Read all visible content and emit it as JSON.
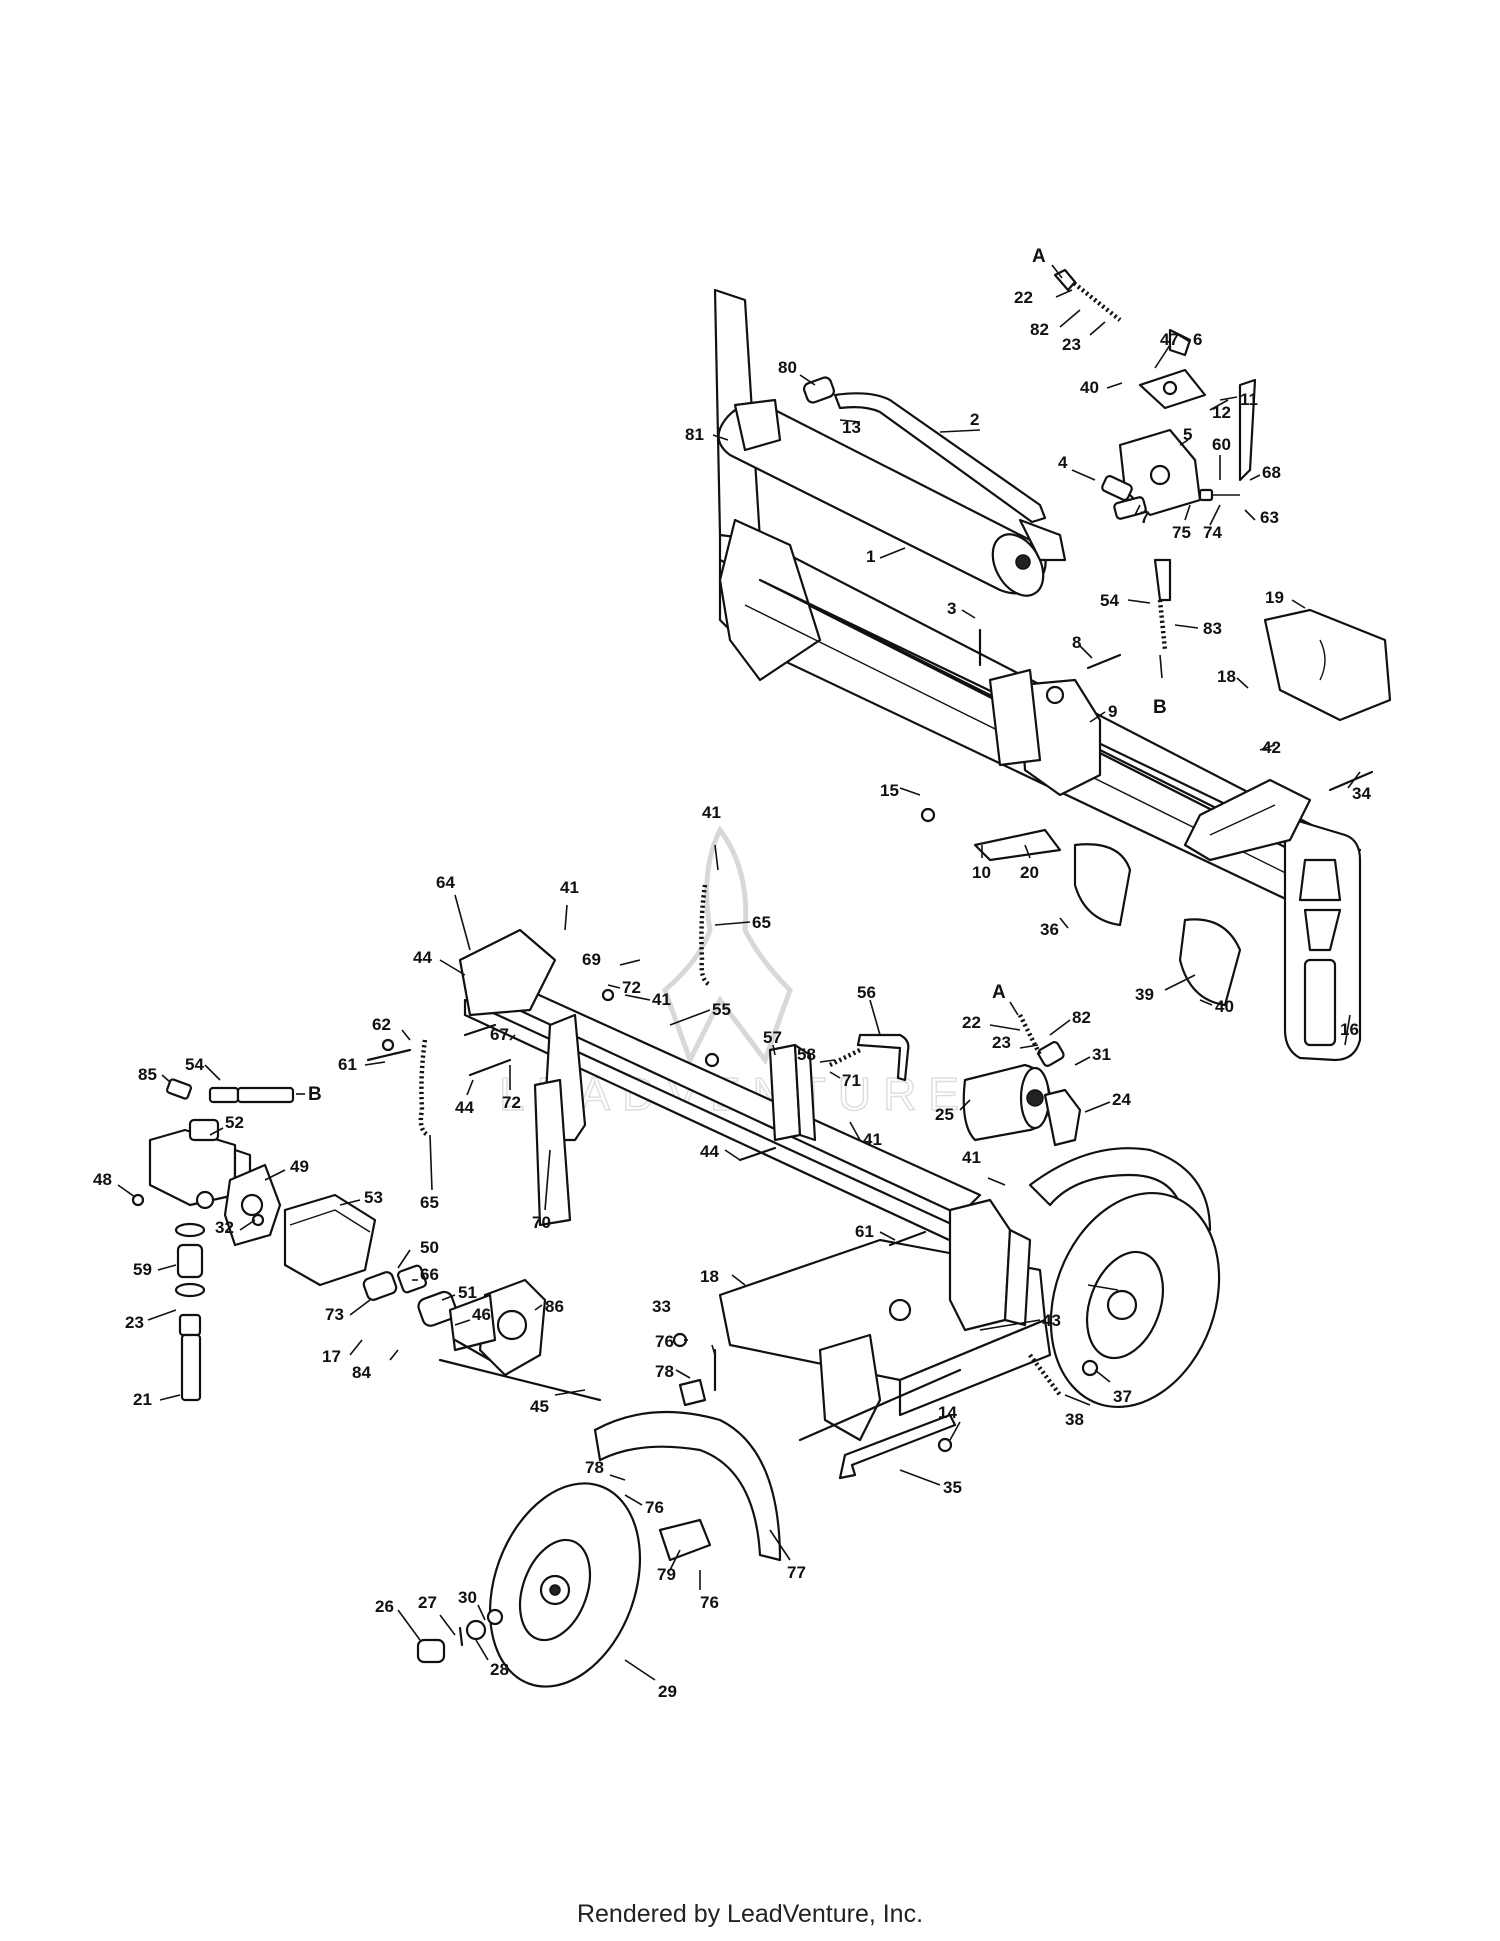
{
  "footer": {
    "credit": "Rendered by LeadVenture, Inc."
  },
  "watermark": {
    "text": "LEADVENTURE"
  },
  "callouts": [
    {
      "id": "c1",
      "label": "A"
    },
    {
      "id": "c2",
      "label": "22"
    },
    {
      "id": "c3",
      "label": "82"
    },
    {
      "id": "c4",
      "label": "23"
    },
    {
      "id": "c5",
      "label": "6"
    },
    {
      "id": "c6",
      "label": "80"
    },
    {
      "id": "c7",
      "label": "47"
    },
    {
      "id": "c8",
      "label": "40"
    },
    {
      "id": "c9",
      "label": "11"
    },
    {
      "id": "c10",
      "label": "12"
    },
    {
      "id": "c11",
      "label": "13"
    },
    {
      "id": "c12",
      "label": "2"
    },
    {
      "id": "c13",
      "label": "81"
    },
    {
      "id": "c14",
      "label": "5"
    },
    {
      "id": "c15",
      "label": "60"
    },
    {
      "id": "c16",
      "label": "4"
    },
    {
      "id": "c17",
      "label": "68"
    },
    {
      "id": "c18",
      "label": "7"
    },
    {
      "id": "c19",
      "label": "75"
    },
    {
      "id": "c20",
      "label": "74"
    },
    {
      "id": "c21",
      "label": "63"
    },
    {
      "id": "c22",
      "label": "1"
    },
    {
      "id": "c23",
      "label": "3"
    },
    {
      "id": "c24",
      "label": "54"
    },
    {
      "id": "c25",
      "label": "83"
    },
    {
      "id": "c26",
      "label": "19"
    },
    {
      "id": "c27",
      "label": "8"
    },
    {
      "id": "c28",
      "label": "18"
    },
    {
      "id": "c29",
      "label": "B"
    },
    {
      "id": "c30",
      "label": "9"
    },
    {
      "id": "c31",
      "label": "42"
    },
    {
      "id": "c32",
      "label": "15"
    },
    {
      "id": "c33",
      "label": "34"
    },
    {
      "id": "c34",
      "label": "10"
    },
    {
      "id": "c35",
      "label": "20"
    },
    {
      "id": "c36",
      "label": "41"
    },
    {
      "id": "c37",
      "label": "64"
    },
    {
      "id": "c38",
      "label": "41"
    },
    {
      "id": "c39",
      "label": "65"
    },
    {
      "id": "c40",
      "label": "36"
    },
    {
      "id": "c41",
      "label": "44"
    },
    {
      "id": "c42",
      "label": "69"
    },
    {
      "id": "c43",
      "label": "72"
    },
    {
      "id": "c44",
      "label": "41"
    },
    {
      "id": "c45",
      "label": "A"
    },
    {
      "id": "c46",
      "label": "39"
    },
    {
      "id": "c47",
      "label": "40"
    },
    {
      "id": "c48",
      "label": "16"
    },
    {
      "id": "c49",
      "label": "55"
    },
    {
      "id": "c50",
      "label": "56"
    },
    {
      "id": "c51",
      "label": "22"
    },
    {
      "id": "c52",
      "label": "82"
    },
    {
      "id": "c53",
      "label": "62"
    },
    {
      "id": "c54",
      "label": "58"
    },
    {
      "id": "c55",
      "label": "57"
    },
    {
      "id": "c56",
      "label": "61"
    },
    {
      "id": "c57",
      "label": "67"
    },
    {
      "id": "c58",
      "label": "71"
    },
    {
      "id": "c59",
      "label": "23"
    },
    {
      "id": "c60",
      "label": "31"
    },
    {
      "id": "c61",
      "label": "85"
    },
    {
      "id": "c62",
      "label": "54"
    },
    {
      "id": "c63",
      "label": "B"
    },
    {
      "id": "c64",
      "label": "44"
    },
    {
      "id": "c65",
      "label": "72"
    },
    {
      "id": "c66",
      "label": "24"
    },
    {
      "id": "c67",
      "label": "25"
    },
    {
      "id": "c68",
      "label": "52"
    },
    {
      "id": "c69",
      "label": "41"
    },
    {
      "id": "c70",
      "label": "49"
    },
    {
      "id": "c71",
      "label": "44"
    },
    {
      "id": "c72",
      "label": "48"
    },
    {
      "id": "c73",
      "label": "65"
    },
    {
      "id": "c74",
      "label": "70"
    },
    {
      "id": "c75",
      "label": "41"
    },
    {
      "id": "c76",
      "label": "53"
    },
    {
      "id": "c77",
      "label": "61"
    },
    {
      "id": "c78",
      "label": "32"
    },
    {
      "id": "c79",
      "label": "50"
    },
    {
      "id": "c80",
      "label": "59"
    },
    {
      "id": "c81",
      "label": "66"
    },
    {
      "id": "c82",
      "label": "18"
    },
    {
      "id": "c83",
      "label": "51"
    },
    {
      "id": "c84",
      "label": "73"
    },
    {
      "id": "c85",
      "label": "23"
    },
    {
      "id": "c86",
      "label": "46"
    },
    {
      "id": "c87",
      "label": "86"
    },
    {
      "id": "c88",
      "label": "33"
    },
    {
      "id": "c89",
      "label": "76"
    },
    {
      "id": "c90",
      "label": "43"
    },
    {
      "id": "c91",
      "label": "17"
    },
    {
      "id": "c92",
      "label": "84"
    },
    {
      "id": "c93",
      "label": "78"
    },
    {
      "id": "c94",
      "label": "21"
    },
    {
      "id": "c95",
      "label": "45"
    },
    {
      "id": "c96",
      "label": "37"
    },
    {
      "id": "c97",
      "label": "14"
    },
    {
      "id": "c98",
      "label": "38"
    },
    {
      "id": "c99",
      "label": "35"
    },
    {
      "id": "c100",
      "label": "78"
    },
    {
      "id": "c101",
      "label": "76"
    },
    {
      "id": "c102",
      "label": "77"
    },
    {
      "id": "c103",
      "label": "79"
    },
    {
      "id": "c104",
      "label": "30"
    },
    {
      "id": "c105",
      "label": "76"
    },
    {
      "id": "c106",
      "label": "26"
    },
    {
      "id": "c107",
      "label": "27"
    },
    {
      "id": "c108",
      "label": "28"
    },
    {
      "id": "c109",
      "label": "29"
    }
  ]
}
